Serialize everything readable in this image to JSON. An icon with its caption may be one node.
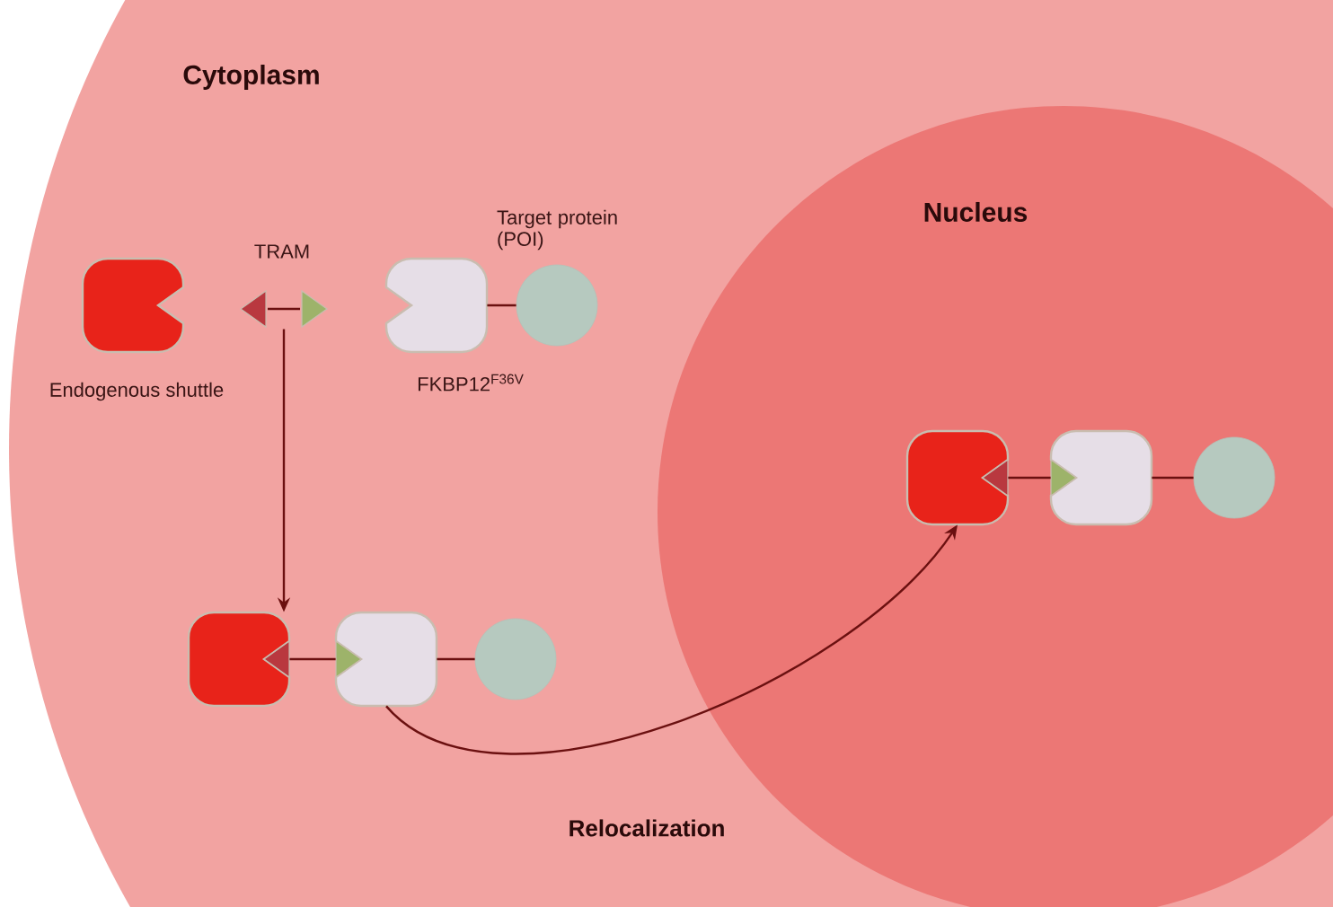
{
  "diagram": {
    "nodes": [
      {
        "text": [
          "Cytoplasm"
        ]
      },
      {
        "text": [
          "Nucleus"
        ],
        "in": 0
      },
      {
        "text": [
          "Endogenous shuttle"
        ],
        "in": 0
      },
      {
        "text": [
          "TRAM"
        ],
        "in": 0
      },
      {
        "text": [
          "FKBP12$^{F36V}$"
        ],
        "in": 0
      },
      {
        "text": [
          "Target protein (POI)"
        ],
        "in": 0
      },
      {
        "text": [],
        "shape": "box",
        "in": 0
      },
      {
        "text": [],
        "shape": "box",
        "in": 0
      },
      {
        "text": [],
        "shape": "circle",
        "in": 0
      },
      {
        "text": [],
        "shape": "box",
        "in": 1
      },
      {
        "text": [],
        "shape": "box",
        "in": 1
      },
      {
        "text": [],
        "shape": "circle",
        "in": 1
      }
    ],
    "edges": [
      {
        "from": 4,
        "to": 5,
        "arrow": "none"
      },
      {
        "from": 3,
        "to": 6,
        "arrow": "to"
      },
      {
        "from": 6,
        "to": 7,
        "arrow": "none"
      },
      {
        "from": 7,
        "to": 8,
        "arrow": "none"
      },
      {
        "from": 7,
        "to": 9,
        "arrow": "to",
        "label": "Relocalization"
      },
      {
        "from": 9,
        "to": 10,
        "arrow": "none"
      },
      {
        "from": 10,
        "to": 11,
        "arrow": "none"
      }
    ]
  }
}
